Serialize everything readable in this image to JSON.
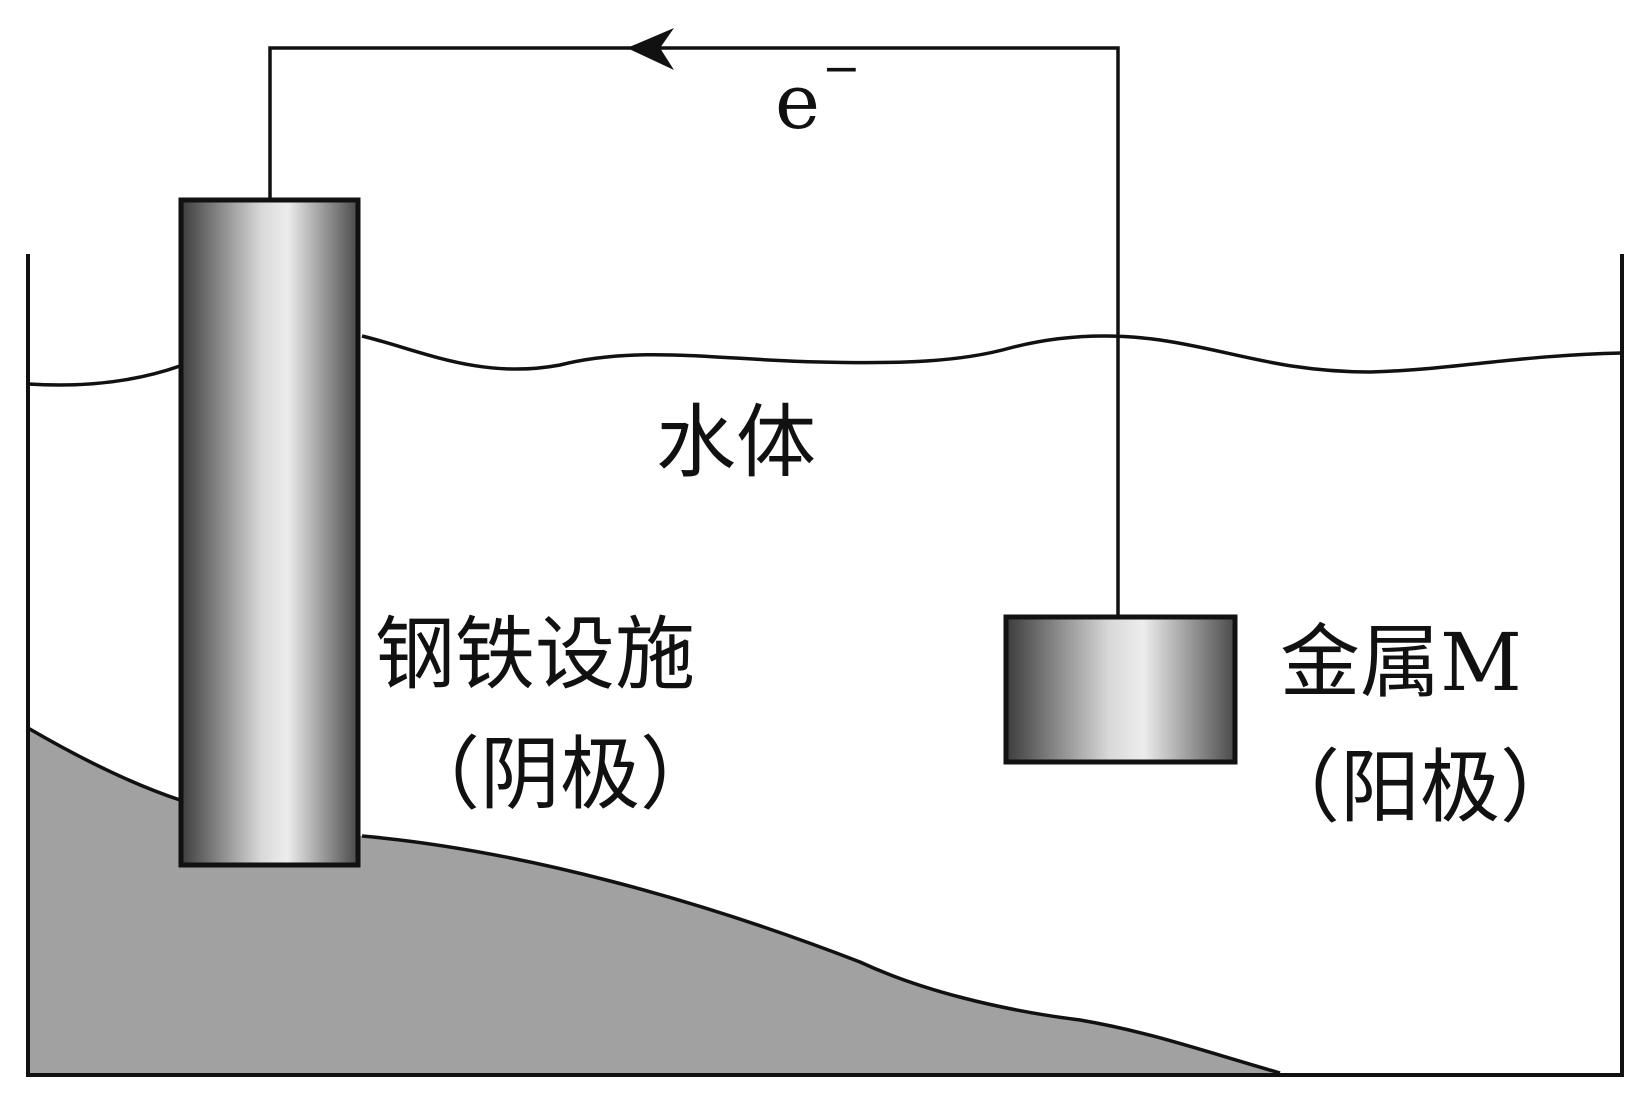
{
  "labels": {
    "electron": "e",
    "electron_charge": "−",
    "water": "水体",
    "steel_facility": "钢铁设施",
    "cathode": "（阴极）",
    "metal_m": "金属M",
    "anode": "（阳极）"
  },
  "colors": {
    "stroke": "#111111",
    "sediment": "#a0a1a0",
    "electrode_dark": "#3c3c3c",
    "electrode_light": "#ededed",
    "background": "#ffffff"
  }
}
